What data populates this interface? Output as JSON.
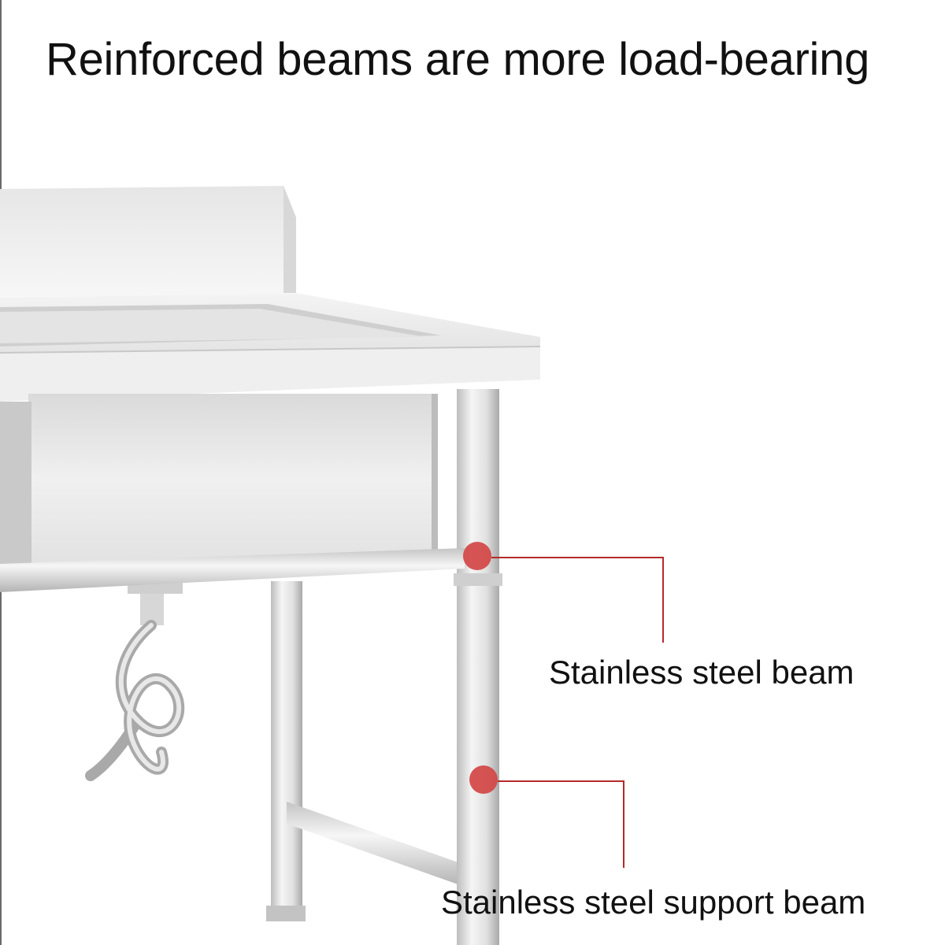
{
  "headline": "Reinforced beams are more load-bearing",
  "callouts": [
    {
      "label": "Stainless steel beam",
      "marker_color": "#d24545"
    },
    {
      "label": "Stainless steel support beam",
      "marker_color": "#d24545"
    }
  ],
  "colors": {
    "background": "#ffffff",
    "leader_line": "#b52a2a",
    "steel_light": "#f2f2f2",
    "steel_mid": "#d2d2d2",
    "steel_dark": "#a8a8a8"
  }
}
